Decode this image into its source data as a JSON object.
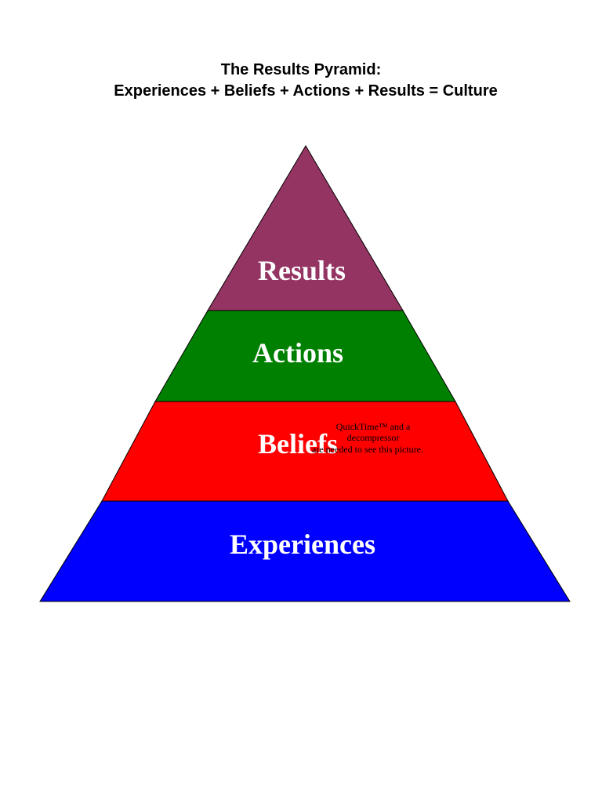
{
  "title": {
    "line1": "The Results Pyramid:",
    "line2": "Experiences + Beliefs + Actions + Results = Culture"
  },
  "pyramid": {
    "tiers": [
      {
        "label": "Results",
        "color": "#943462"
      },
      {
        "label": "Actions",
        "color": "#008000"
      },
      {
        "label": "Beliefs",
        "color": "#ff0000"
      },
      {
        "label": "Experiences",
        "color": "#0000ff"
      }
    ]
  },
  "placeholder_note": {
    "line1": "QuickTime™ and a",
    "line2": "decompressor",
    "line3": "are needed to see this picture."
  }
}
